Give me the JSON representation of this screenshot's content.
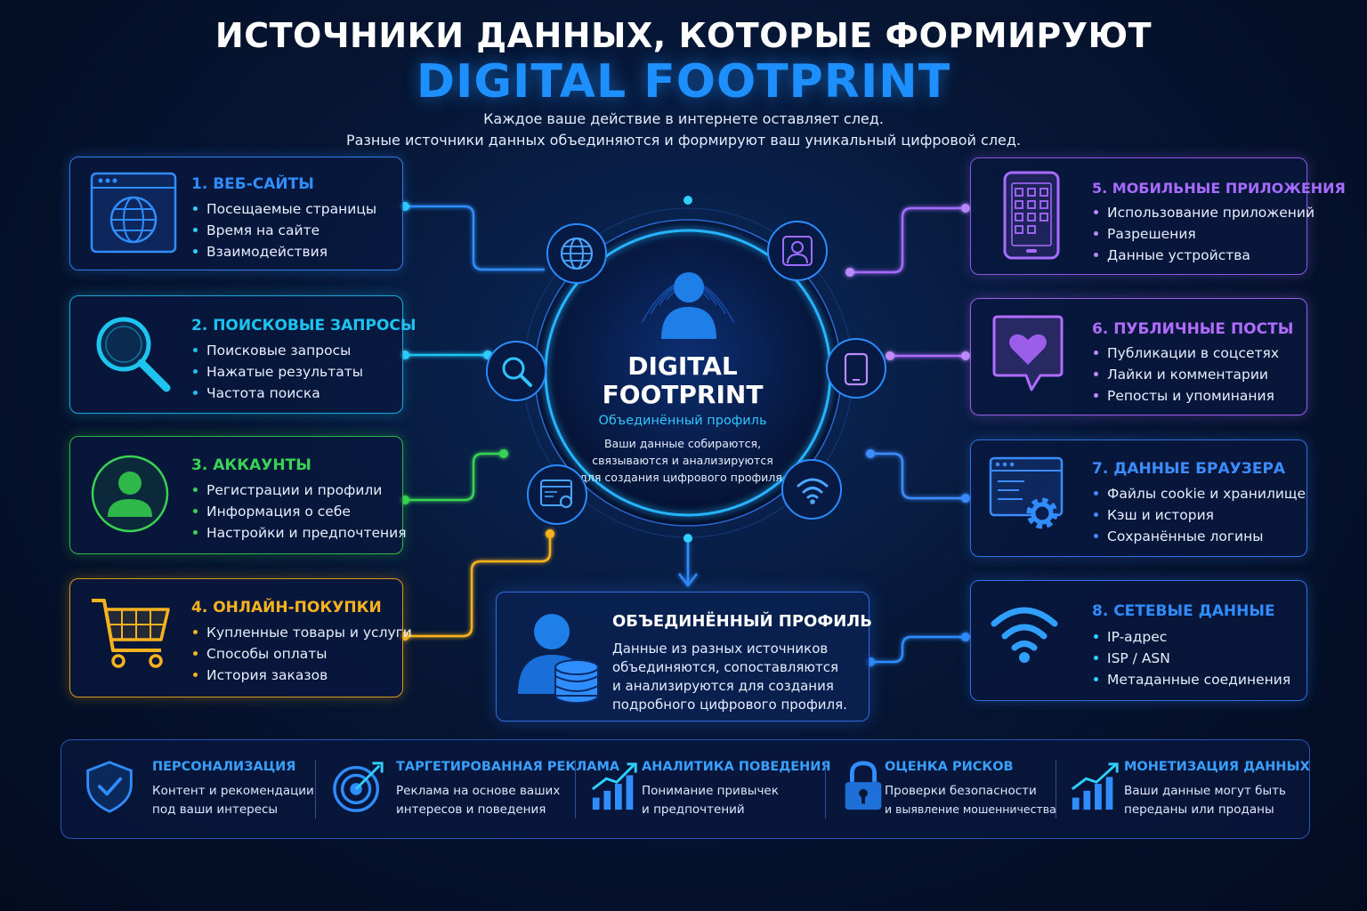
{
  "header": {
    "title_line1": "ИСТОЧНИКИ ДАННЫХ, КОТОРЫЕ ФОРМИРУЮТ",
    "title_line2": "DIGITAL FOOTPRINT",
    "subtitle_line1": "Каждое ваше действие в интернете оставляет след.",
    "subtitle_line2": "Разные источники данных объединяются и формируют ваш уникальный цифровой след."
  },
  "sources": [
    {
      "title": "1. ВЕБ-САЙТЫ",
      "color": "#2f8dff",
      "icon": "globe-browser-icon",
      "items": [
        "Посещаемые страницы",
        "Время на сайте",
        "Взаимодействия"
      ]
    },
    {
      "title": "2. ПОИСКОВЫЕ ЗАПРОСЫ",
      "color": "#1ec4f0",
      "icon": "magnifier-icon",
      "items": [
        "Поисковые запросы",
        "Нажатые результаты",
        "Частота поиска"
      ]
    },
    {
      "title": "3. АККАУНТЫ",
      "color": "#39d353",
      "icon": "user-account-icon",
      "items": [
        "Регистрации и профили",
        "Информация о себе",
        "Настройки и предпочтения"
      ]
    },
    {
      "title": "4. ОНЛАЙН-ПОКУПКИ",
      "color": "#f7b21f",
      "icon": "shopping-cart-icon",
      "items": [
        "Купленные товары и услуги",
        "Способы оплаты",
        "История заказов"
      ]
    },
    {
      "title": "5. МОБИЛЬНЫЕ ПРИЛОЖЕНИЯ",
      "color": "#a66bff",
      "icon": "smartphone-apps-icon",
      "items": [
        "Использование приложений",
        "Разрешения",
        "Данные устройства"
      ]
    },
    {
      "title": "6. ПУБЛИЧНЫЕ ПОСТЫ",
      "color": "#b06cff",
      "icon": "heart-bubble-icon",
      "items": [
        "Публикации в соцсетях",
        "Лайки и комментарии",
        "Репосты и упоминания"
      ]
    },
    {
      "title": "7. ДАННЫЕ БРАУЗЕРА",
      "color": "#3c8cff",
      "icon": "browser-gear-icon",
      "items": [
        "Файлы cookie и хранилище",
        "Кэш и история",
        "Сохранённые логины"
      ]
    },
    {
      "title": "8. СЕТЕВЫЕ ДАННЫЕ",
      "color": "#2f8dff",
      "icon": "wifi-icon",
      "items": [
        "IP-адрес",
        "ISP / ASN",
        "Метаданные соединения"
      ]
    }
  ],
  "hub": {
    "title_line1": "DIGITAL",
    "title_line2": "FOOTPRINT",
    "subtitle": "Объединённый профиль",
    "desc_line1": "Ваши данные собираются,",
    "desc_line2": "связываются и анализируются",
    "desc_line3": "для создания цифрового профиля."
  },
  "unified_profile": {
    "title": "ОБЪЕДИНЁННЫЙ ПРОФИЛЬ",
    "lines": [
      "Данные из разных источников",
      "объединяются, сопоставляются",
      "и анализируются для создания",
      "подробного цифрового профиля."
    ]
  },
  "uses": [
    {
      "title": "ПЕРСОНАЛИЗАЦИЯ",
      "icon": "shield-check-icon",
      "lines": [
        "Контент и рекомендации",
        "под ваши интересы"
      ]
    },
    {
      "title": "ТАРГЕТИРОВАННАЯ РЕКЛАМА",
      "icon": "target-icon",
      "lines": [
        "Реклама на основе ваших",
        "интересов и поведения"
      ]
    },
    {
      "title": "АНАЛИТИКА ПОВЕДЕНИЯ",
      "icon": "growth-chart-icon",
      "lines": [
        "Понимание привычек",
        "и предпочтений"
      ]
    },
    {
      "title": "ОЦЕНКА РИСКОВ",
      "icon": "padlock-icon",
      "lines": [
        "Проверки безопасности",
        "и выявление мошенничества"
      ]
    },
    {
      "title": "МОНЕТИЗАЦИЯ ДАННЫХ",
      "icon": "monetization-chart-icon",
      "lines": [
        "Ваши данные могут быть",
        "переданы или проданы"
      ]
    }
  ]
}
